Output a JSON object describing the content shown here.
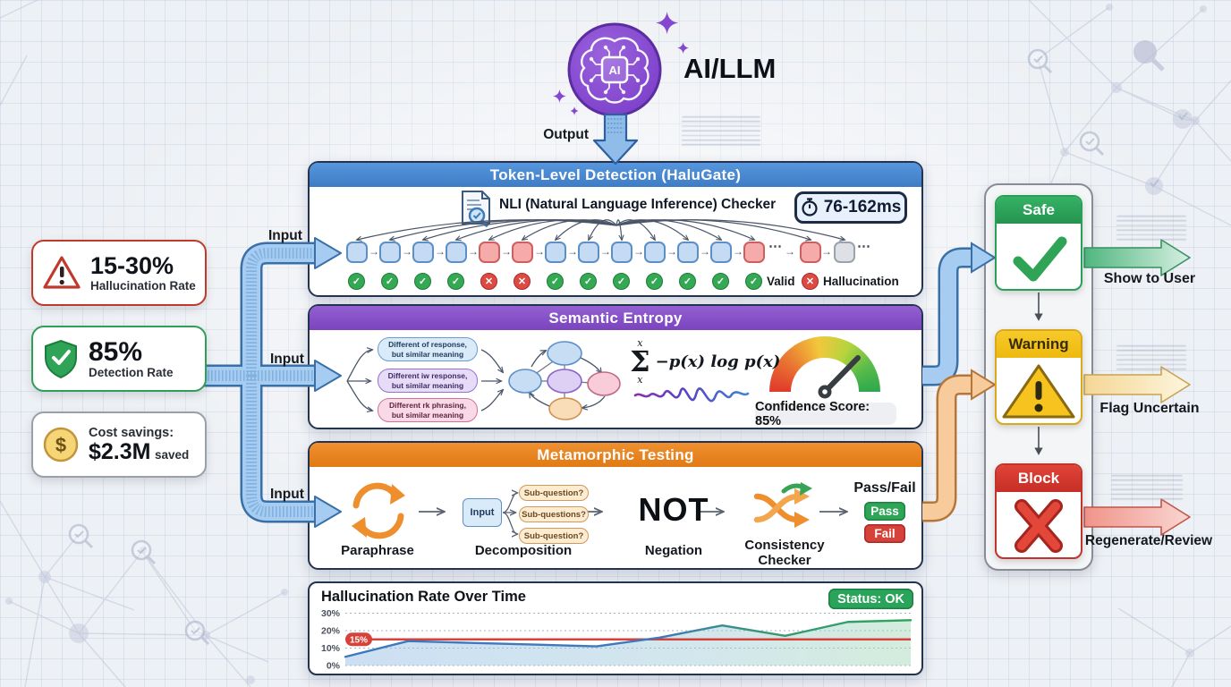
{
  "title": "AI/LLM",
  "output_label": "Output",
  "input_label": "Input",
  "stat_cards": [
    {
      "value": "15-30%",
      "label": "Hallucination Rate",
      "icon": "warning-triangle-icon",
      "accent": "#c0392b"
    },
    {
      "value": "85%",
      "label": "Detection Rate",
      "icon": "shield-check-icon",
      "accent": "#2f9e57"
    },
    {
      "line1": "Cost savings:",
      "value": "$2.3M",
      "suffix": "saved",
      "icon": "dollar-coin-icon",
      "accent": "#9aa0a8"
    }
  ],
  "token_panel": {
    "title": "Token-Level Detection (HaluGate)",
    "checker_label": "NLI (Natural Language Inference) Checker",
    "latency": "76-162ms",
    "tokens": [
      "valid",
      "valid",
      "valid",
      "valid",
      "hallucination",
      "hallucination",
      "valid",
      "valid",
      "valid",
      "valid",
      "valid",
      "valid",
      "hallucination"
    ],
    "tail_tokens": [
      "hallucination",
      "unknown"
    ],
    "ellipsis": "⋯",
    "legend": {
      "valid": "Valid",
      "hallucination": "Hallucination"
    }
  },
  "entropy_panel": {
    "title": "Semantic Entropy",
    "samples": [
      {
        "line1": "Different of response,",
        "line2": "but similar meaning"
      },
      {
        "line1": "Different iw response,",
        "line2": "but similar meaning"
      },
      {
        "line1": "Different rk phrasing,",
        "line2": "but similar meaning"
      }
    ],
    "formula": {
      "sigma": "Σ",
      "sup": "x",
      "sub": "x",
      "body": "−p(x) log p(x)"
    },
    "confidence_label": "Confidence Score: 85%"
  },
  "metamorphic_panel": {
    "title": "Metamorphic Testing",
    "step_labels": {
      "paraphrase": "Paraphrase",
      "decomposition": "Decomposition",
      "negation": "Negation",
      "consistency_line1": "Consistency",
      "consistency_line2": "Checker"
    },
    "input_label": "Input",
    "sub_questions": [
      "Sub-question?",
      "Sub-questions?",
      "Sub-question?"
    ],
    "negation_text": "NOT",
    "passfail": {
      "title": "Pass/Fail",
      "pass": "Pass",
      "fail": "Fail"
    }
  },
  "monitor_panel": {
    "title": "Hallucination Rate Over Time",
    "status": "Status: OK"
  },
  "chart_data": {
    "type": "line",
    "title": "Hallucination Rate Over Time",
    "x": [
      0,
      1,
      2,
      3,
      4,
      5,
      6,
      7,
      8,
      9
    ],
    "series": [
      {
        "name": "Hallucination rate %",
        "values": [
          5,
          14,
          13,
          12,
          11,
          16,
          23,
          17,
          25,
          26
        ]
      }
    ],
    "threshold": {
      "value": 15,
      "label": "15%",
      "color": "#d6423a"
    },
    "yticks": [
      {
        "value": 30,
        "label": "30%"
      },
      {
        "value": 20,
        "label": "20%"
      },
      {
        "value": 10,
        "label": "10%"
      },
      {
        "value": 0,
        "label": "0%"
      }
    ],
    "ylim": [
      0,
      33
    ],
    "grid": true,
    "legend_position": "none",
    "status_badge": "Status: OK"
  },
  "decision_column": {
    "cards": [
      {
        "label": "Safe",
        "action": "Show to User",
        "color": "#27a155",
        "icon": "check-icon"
      },
      {
        "label": "Warning",
        "action": "Flag Uncertain",
        "color": "#f3c11c",
        "icon": "warning-triangle-icon"
      },
      {
        "label": "Block",
        "action": "Regenerate/Review",
        "color": "#d8352d",
        "icon": "x-icon"
      }
    ]
  }
}
